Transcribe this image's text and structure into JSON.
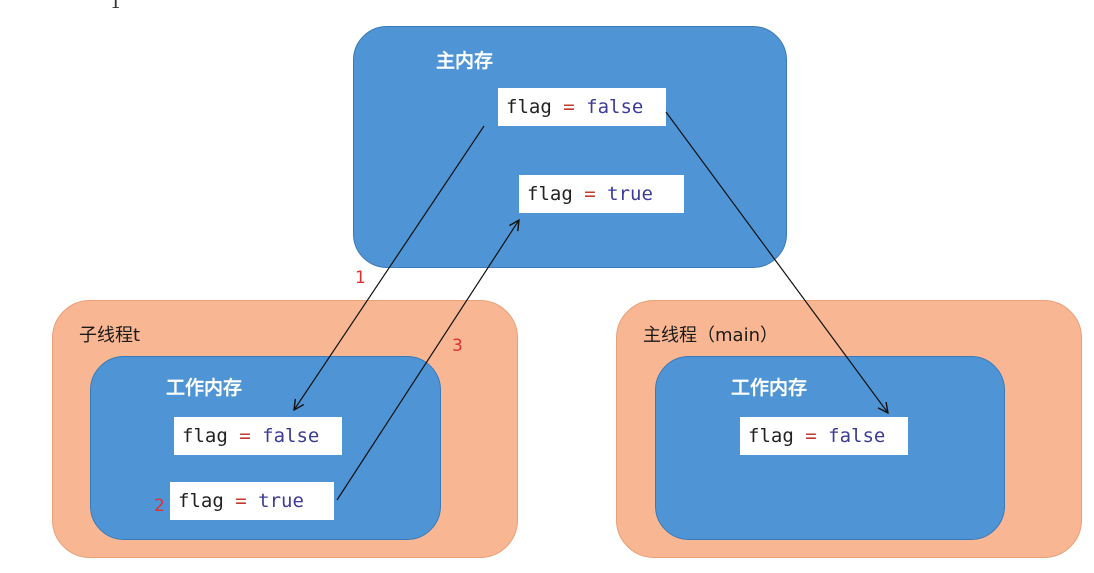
{
  "stray_mark": "1",
  "main_memory": {
    "title": "主内存",
    "vars": [
      {
        "name": "flag",
        "op": "=",
        "value": "false"
      },
      {
        "name": "flag",
        "op": "=",
        "value": "true"
      }
    ]
  },
  "child_thread": {
    "title": "子线程t",
    "memory_title": "工作内存",
    "vars": [
      {
        "name": "flag",
        "op": "=",
        "value": "false"
      },
      {
        "name": "flag",
        "op": "=",
        "value": "true"
      }
    ]
  },
  "main_thread": {
    "title": "主线程（main）",
    "memory_title": "工作内存",
    "vars": [
      {
        "name": "flag",
        "op": "=",
        "value": "false"
      }
    ]
  },
  "steps": [
    "1",
    "2",
    "3"
  ],
  "colors": {
    "thread_box": "#f9b692",
    "memory_box": "#4f95d5",
    "step_number": "#e03030",
    "operator": "#c0392b",
    "value": "#3b3b98"
  }
}
